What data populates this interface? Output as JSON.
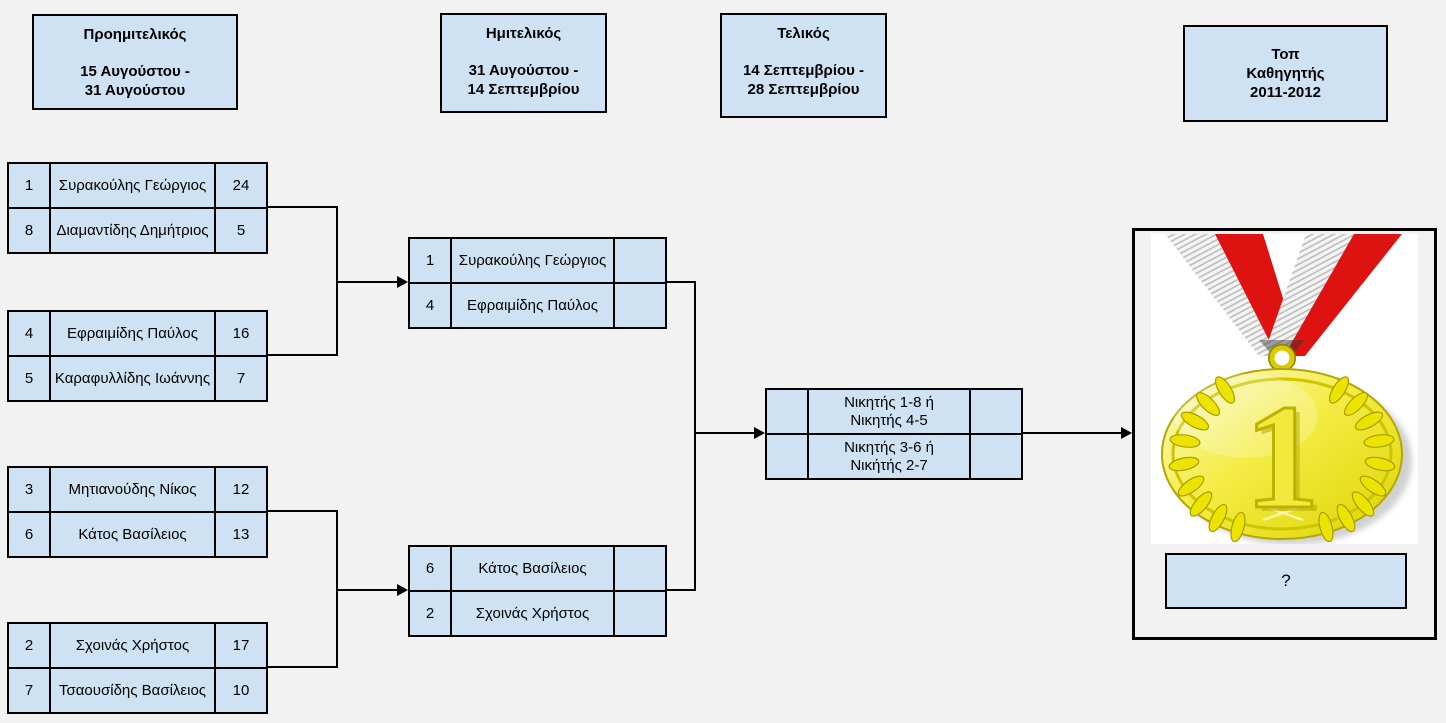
{
  "colors": {
    "background": "#f2f2f2",
    "box_fill": "#cfe2f3",
    "line": "#000000",
    "medal_gold": "#f4ec45",
    "ribbon_red": "#df1212"
  },
  "headers": [
    {
      "title": "Προημιτελικός",
      "dates": "15 Αυγούστου -\n31 Αυγούστου"
    },
    {
      "title": "Ημιτελικός",
      "dates": "31 Αυγούστου -\n14 Σεπτεμβρίου"
    },
    {
      "title": "Τελικός",
      "dates": "14 Σεπτεμβρίου -\n28 Σεπτεμβρίου"
    },
    {
      "title": "Τοπ\nΚαθηγητής\n2011-2012",
      "dates": ""
    }
  ],
  "bracket": {
    "quarterfinals": [
      {
        "rows": [
          {
            "seed": "1",
            "name": "Συρακούλης Γεώργιος",
            "score": "24"
          },
          {
            "seed": "8",
            "name": "Διαμαντίδης Δημήτριος",
            "score": "5"
          }
        ]
      },
      {
        "rows": [
          {
            "seed": "4",
            "name": "Εφραιμίδης Παύλος",
            "score": "16"
          },
          {
            "seed": "5",
            "name": "Καραφυλλίδης Ιωάννης",
            "score": "7"
          }
        ]
      },
      {
        "rows": [
          {
            "seed": "3",
            "name": "Μητιανούδης Νίκος",
            "score": "12"
          },
          {
            "seed": "6",
            "name": "Κάτος Βασίλειος",
            "score": "13"
          }
        ]
      },
      {
        "rows": [
          {
            "seed": "2",
            "name": "Σχοινάς Χρήστος",
            "score": "17"
          },
          {
            "seed": "7",
            "name": "Τσαουσίδης Βασίλειος",
            "score": "10"
          }
        ]
      }
    ],
    "semifinals": [
      {
        "rows": [
          {
            "seed": "1",
            "name": "Συρακούλης Γεώργιος",
            "score": ""
          },
          {
            "seed": "4",
            "name": "Εφραιμίδης Παύλος",
            "score": ""
          }
        ]
      },
      {
        "rows": [
          {
            "seed": "6",
            "name": "Κάτος Βασίλειος",
            "score": ""
          },
          {
            "seed": "2",
            "name": "Σχοινάς Χρήστος",
            "score": ""
          }
        ]
      }
    ],
    "final": {
      "rows": [
        {
          "seed": "",
          "name": "Νικητής 1-8 ή\nΝικητής 4-5",
          "score": ""
        },
        {
          "seed": "",
          "name": "Νικητής 3-6 ή\nΝικήτής 2-7",
          "score": ""
        }
      ]
    }
  },
  "winner": {
    "image": "gold-medal-first-place",
    "medal_label": "1",
    "placeholder": "?"
  }
}
